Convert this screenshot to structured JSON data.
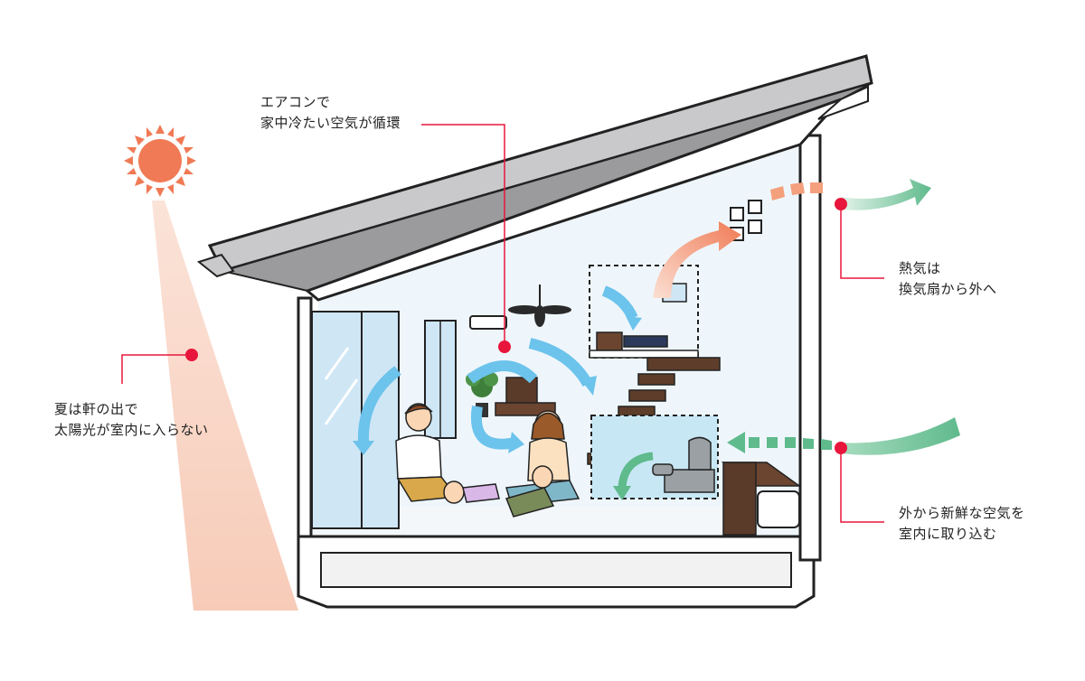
{
  "callouts": {
    "ac": {
      "line1": "エアコンで",
      "line2": "家中冷たい空気が循環"
    },
    "heat": {
      "line1": "熱気は",
      "line2": "換気扇から外へ"
    },
    "eaves": {
      "line1": "夏は軒の出で",
      "line2": "太陽光が室内に入らない"
    },
    "fresh": {
      "line1": "外から新鮮な空気を",
      "line2": "室内に取り込む"
    }
  },
  "colors": {
    "sun": "#f07a55",
    "sunbeam": "#f9d3c3",
    "cool_air": "#6cc3ec",
    "warm_air": "#f4a07d",
    "fresh_air": "#5fba8c",
    "marker": "#e8163c",
    "roof": "#c9c9cc",
    "interior": "#eef6fb",
    "bubble": "#cfe8f7"
  }
}
